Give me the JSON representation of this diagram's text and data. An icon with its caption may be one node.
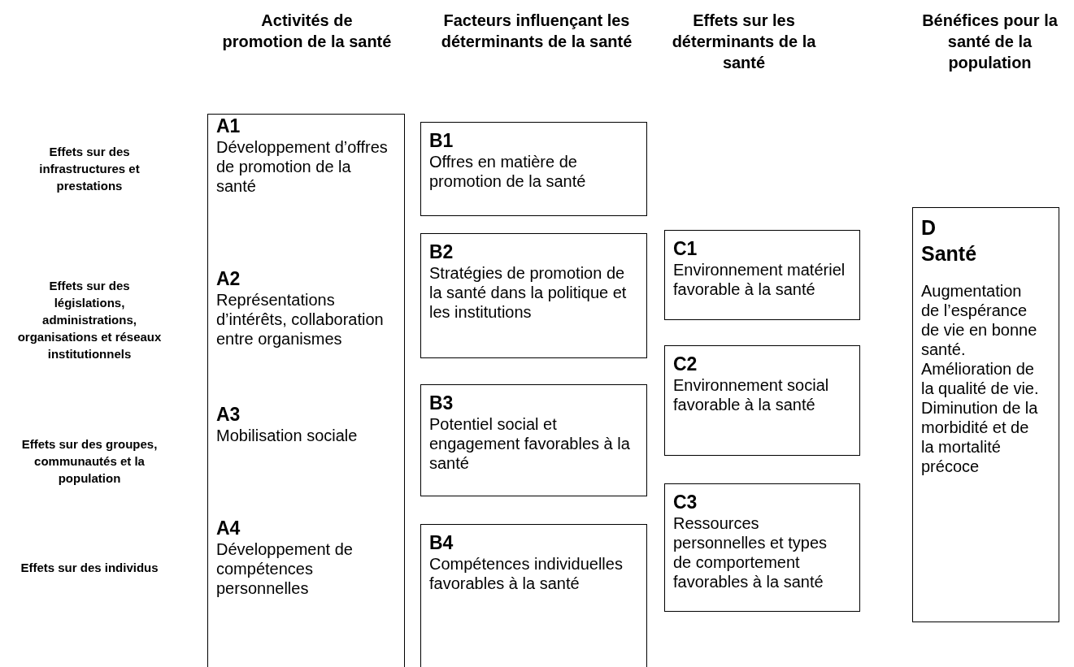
{
  "diagram": {
    "nodes": [
      {
        "text": [
          "A1",
          "Développement d’offres de promotion de la santé",
          "A2",
          "Représentations d’intérêts, collaboration entre organismes",
          "A3",
          "Mobilisation sociale",
          "A4",
          "Développement de compétences personnelles"
        ]
      },
      {
        "text": [
          "B1",
          "Offres en matière de promotion de la santé"
        ]
      },
      {
        "text": [
          "B2",
          "Stratégies de promotion de la santé dans la politique et les institutions"
        ]
      },
      {
        "text": [
          "B3",
          "Potentiel social et engagement favorables à la santé"
        ]
      },
      {
        "text": [
          "B4",
          "Compétences individuelles favorables à la santé"
        ]
      },
      {
        "text": [
          "C1",
          "Environnement matériel favorable à la santé"
        ]
      },
      {
        "text": [
          "C2",
          "Environnement social favorable à la santé"
        ]
      },
      {
        "text": [
          "C3",
          "Ressources personnelles et types de comportement favorables à la santé"
        ]
      },
      {
        "text": [
          "D",
          "Santé",
          "Augmentation de l’espérance de vie en bonne santé. Amélioration de la qualité de vie. Diminution de la morbidité et de la mortalité précoce"
        ]
      }
    ],
    "edges": [],
    "labels": [
      "Activités de promotion de la santé",
      "Facteurs influençant les déterminants de la santé",
      "Effets sur les déterminants de la santé",
      "Bénéfices pour la santé de la population",
      "Effets sur des infrastructures et prestations",
      "Effets sur des législations, administrations, organisations et réseaux institutionnels",
      "Effets sur des groupes, communautés et la population",
      "Effets sur des individus"
    ]
  }
}
